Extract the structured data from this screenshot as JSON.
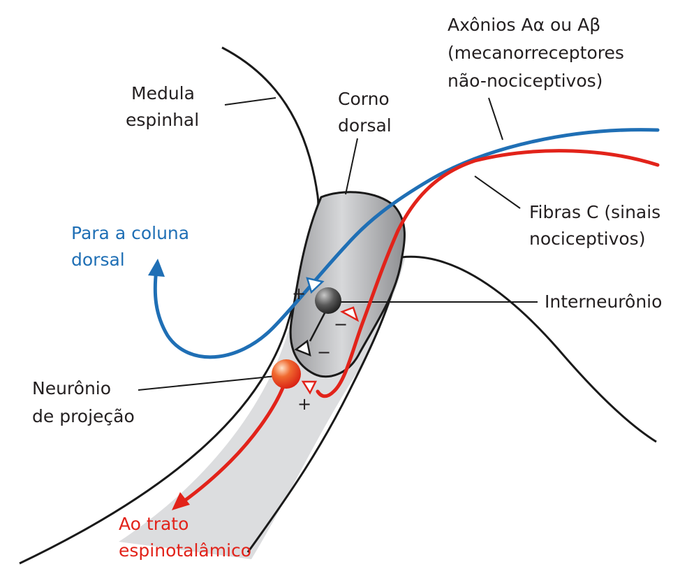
{
  "labels": {
    "medula_l1": "Medula",
    "medula_l2": "espinhal",
    "corno_l1": "Corno",
    "corno_l2": "dorsal",
    "axon_l1": "Axônios Aα ou Aβ",
    "axon_l2": "(mecanorreceptores",
    "axon_l3": "não-nociceptivos)",
    "fibras_l1": "Fibras C (sinais",
    "fibras_l2": "nociceptivos)",
    "coluna_l1": "Para a coluna",
    "coluna_l2": "dorsal",
    "inter": "Interneurônio",
    "neuronio_l1": "Neurônio",
    "neuronio_l2": "de projeção",
    "trato_l1": "Ao trato",
    "trato_l2": "espinotalâmico"
  },
  "signs": {
    "plus_blue": "+",
    "minus_red": "−",
    "minus_inter": "−",
    "plus_red": "+"
  },
  "colors": {
    "blue_fiber": "#1f6fb5",
    "red_fiber": "#e2231a",
    "outline": "#1a1a1a",
    "label_text": "#231f20"
  }
}
